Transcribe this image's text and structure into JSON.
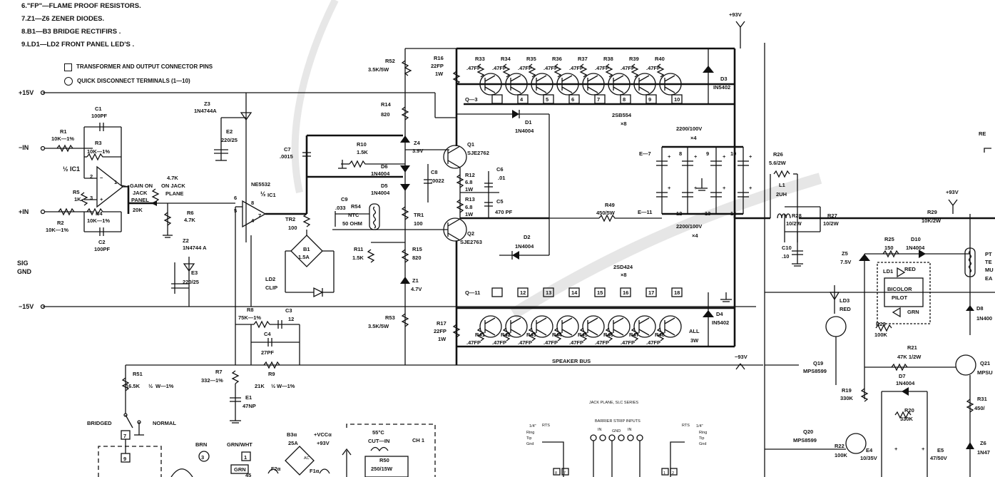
{
  "notes": [
    "6.\"FP\"—FLAME PROOF RESISTORS.",
    "7.Z1—Z6 ZENER DIODES.",
    "8.B1—B3 BRIDGE RECTIFIRS .",
    "9.LD1—LD2 FRONT PANEL LED'S ."
  ],
  "legend": {
    "square": "TRANSFORMER AND OUTPUT CONNECTOR PINS",
    "circle": "QUICK DISCONNECT TERMINALS (1—10)"
  },
  "rails": {
    "pos15": "+15V",
    "neg15": "−15V",
    "pos93": "+93V",
    "neg93": "−93V",
    "pos93b": "+93V"
  },
  "inputs": {
    "neg_in": "−IN",
    "pos_in": "+IN",
    "sig": "SIG",
    "gnd": "GND"
  },
  "parts": {
    "c1_a": "C1",
    "c1_b": "100PF",
    "r1_a": "R1",
    "r1_b": "10K—1%",
    "r3_a": "R3",
    "r3_b": "10K—1%",
    "ic1": "IC1",
    "r5_a": "R5",
    "r5_b": "1K",
    "r4_a": "R4",
    "r4_b": "10K—1%",
    "r2_a": "R2",
    "r2_b": "10K—1%",
    "c2_a": "C2",
    "c2_b": "100PF",
    "gain_a": "GAIN ON",
    "gain_b": "JACK",
    "gain_c": "PANEL",
    "gain_d": "20K",
    "jack_a": "4.7K",
    "jack_b": "ON JACK",
    "jack_c": "PLANE",
    "r6_a": "R6",
    "r6_b": "4.7K",
    "z3_a": "Z3",
    "z3_b": "1N4744A",
    "e2_a": "E2",
    "e2_b": "220/25",
    "z2_a": "Z2",
    "z2_b": "1N4744 A",
    "e3_a": "E3",
    "e3_b": "220/25",
    "ne5532": "NE5532",
    "ic1b": "IC1",
    "c7_a": "C7",
    "c7_b": ".0015",
    "r52_a": "R52",
    "r52_b": "3.5K/5W",
    "r14_a": "R14",
    "r14_b": "820",
    "r10_a": "R10",
    "r10_b": "1.5K",
    "d6_a": "D6",
    "d6_b": "1N4004",
    "d5_a": "D5",
    "d5_b": "1N4004",
    "z4_a": "Z4",
    "z4_b": "3.9V",
    "c8_a": "C8",
    "c8_b": ".0022",
    "c9_a": "C9",
    "c9_b": ".033",
    "r54_a": "R54",
    "r54_b": "NTC",
    "r54_c": "50 OHM",
    "tr1_a": "TR1",
    "tr1_b": "100",
    "tr2_a": "TR2",
    "tr2_b": "100",
    "b1_a": "B1",
    "b1_b": "1.5A",
    "ld2_a": "LD2",
    "ld2_b": "CLIP",
    "r11_a": "R11",
    "r11_b": "1.5K",
    "r15_a": "R15",
    "r15_b": "820",
    "z1_a": "Z1",
    "z1_b": "4.7V",
    "r53_a": "R53",
    "r53_b": "3.5K/5W",
    "q1_a": "Q1",
    "q1_b": "SJE2762",
    "q2_a": "Q2",
    "q2_b": "SJE2763",
    "r12_a": "R12",
    "r12_b": "6.8",
    "r12_c": "1W",
    "r13_a": "R13",
    "r13_b": "6.8",
    "r13_c": "1W",
    "c6_a": "C6",
    "c6_b": ".01",
    "c5_a": "C5",
    "c5_b": "470 PF",
    "r16_a": "R16",
    "r16_b": "22FP",
    "r16_c": "1W",
    "r17_a": "R17",
    "r17_b": "22FP",
    "r17_c": "1W",
    "d1_a": "D1",
    "d1_b": "1N4004",
    "d2_a": "D2",
    "d2_b": "1N4004",
    "d3_a": "D3",
    "d3_b": "IN5402",
    "d4_a": "D4",
    "d4_b": "IN5402",
    "top_res": [
      "R33",
      "R34",
      "R35",
      "R36",
      "R37",
      "R38",
      "R39",
      "R40"
    ],
    "bot_res": [
      "R41",
      "R42",
      "R43",
      "R44",
      "R45",
      "R46",
      "R47",
      "R48"
    ],
    "fp": ".47FP",
    "top_q": [
      "Q—3",
      "4",
      "5",
      "6",
      "7",
      "8",
      "9",
      "10"
    ],
    "bot_q": [
      "Q—11",
      "12",
      "13",
      "14",
      "15",
      "16",
      "17",
      "18"
    ],
    "q_top_a": "2SB554",
    "q_top_b": "×8",
    "q_bot_a": "2SD424",
    "q_bot_b": "×8",
    "all3w_a": "ALL",
    "all3w_b": "3W",
    "cap_top_a": "2200/100V",
    "cap_top_b": "×4",
    "cap_bot_a": "2200/100V",
    "cap_bot_b": "×4",
    "e7": "E—7",
    "e11": "E—11",
    "cap_nums": [
      "8",
      "9",
      "10",
      "12",
      "13",
      "14"
    ],
    "r49_a": "R49",
    "r49_b": "450/5W",
    "r26_a": "R26",
    "r26_b": "5.6/2W",
    "l1_a": "L1",
    "l1_b": "2UH",
    "r28_a": "R28",
    "r28_b": "10/2W",
    "r27_a": "R27",
    "r27_b": "10/2W",
    "c10_a": "C10",
    "c10_b": ".10",
    "r29_a": "R29",
    "r29_b": "10K/2W",
    "r25_a": "R25",
    "r25_b": "150",
    "d10_a": "D10",
    "d10_b": "1N4004",
    "z5_a": "Z5",
    "z5_b": "7.5V",
    "ld1_a": "LD1",
    "ld1_b": "RED",
    "bicolor_a": "BICOLOR",
    "bicolor_b": "PILOT",
    "grn": "GRN",
    "ld3_a": "LD3",
    "ld3_b": "RED",
    "r23_a": "R23",
    "r23_b": "100K",
    "r21_a": "R21",
    "r21_b": "47K 1/2W",
    "q19_a": "Q19",
    "q19_b": "MPS8599",
    "q21_a": "Q21",
    "q21_b": "MPSU",
    "d7_a": "D7",
    "d7_b": "1N4004",
    "r19_a": "R19",
    "r19_b": "330K",
    "r20_a": "R20",
    "r20_b": "330K",
    "q20_a": "Q20",
    "q20_b": "MPS8599",
    "r22_a": "R22",
    "r22_b": "100K",
    "e4_a": "E4",
    "e4_b": "10/35V",
    "e5_a": "E5",
    "e5_b": "47/50V",
    "r31_a": "R31",
    "r31_b": "450/",
    "z6_a": "Z6",
    "z6_b": "1N47",
    "d8_a": "D8",
    "d8_b": "1N400",
    "pt_a": "PT",
    "pt_b": "TE",
    "pt_c": "MU",
    "pt_d": "EA",
    "re": "RE",
    "r8_a": "R8",
    "r8_b": "75K—1%",
    "c3_a": "C3",
    "c3_b": "12",
    "c4_a": "C4",
    "c4_b": "27PF",
    "r7_a": "R7",
    "r7_b": "332—1%",
    "r9_a": "R9",
    "r9_b": "21K",
    "r9_c": "W—1%",
    "e1_a": "E1",
    "e1_b": "47NP",
    "r51_a": "R51",
    "r51_b": "16.5K",
    "r51_c": "W—1%",
    "speaker_bus": "SPEAKER BUS",
    "bridged": "BRIDGED",
    "normal": "NORMAL",
    "pin7": "7",
    "pin9": "9",
    "brn": "BRN",
    "pin3": "3",
    "grn_wht": "GRN/WHT",
    "pin1": "1",
    "grn_box": "GRN",
    "pin45": "45",
    "b3_a": "B3α",
    "b3_b": "25A",
    "vcc_a": "+VCCα",
    "vcc_b": "+93V",
    "f2": "F2α",
    "f1": "F1α",
    "ac": "AC",
    "cut_a": "55°C",
    "cut_b": "CUT—IN",
    "r50_a": "R50",
    "r50_b": "250/15W",
    "ch1": "CH 1",
    "jp_title": "JACK PLANE, SLC SERIES",
    "barrier": "BARRIER STRIP INPUTS",
    "bs_in": "IN",
    "bs_gnd": "GND",
    "rts": "RTS",
    "quarter": "1/4\"",
    "ring": "Ring",
    "tip": "Tip",
    "gnd_s": "Gnd",
    "box8": "8",
    "box7": "7",
    "box1": "1",
    "box2": "2"
  }
}
